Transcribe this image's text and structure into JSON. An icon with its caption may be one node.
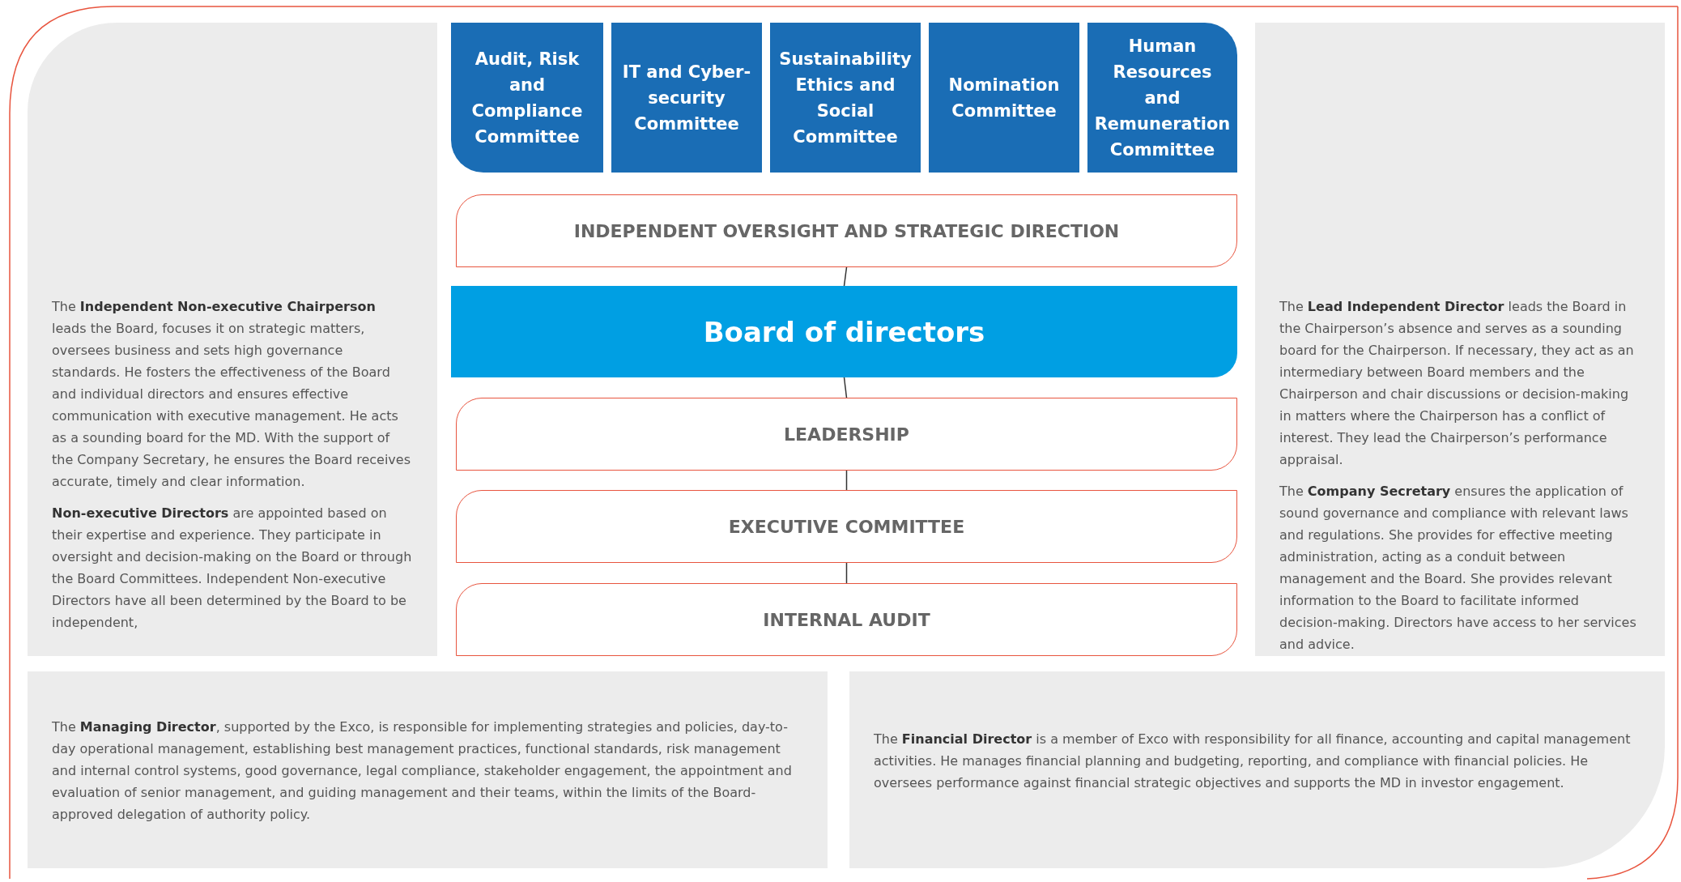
{
  "diagram": {
    "nodes": [
      {
        "text": [
          "Audit, Risk and Compliance Committee"
        ]
      },
      {
        "text": [
          "IT and Cyber-security Committee"
        ]
      },
      {
        "text": [
          "Sustainability Ethics and Social Committee"
        ]
      },
      {
        "text": [
          "Nomination Committee"
        ]
      },
      {
        "text": [
          "Human Resources and Remuneration Committee"
        ]
      },
      {
        "text": [
          "INDEPENDENT OVERSIGHT AND STRATEGIC DIRECTION"
        ]
      },
      {
        "text": [
          "Board of directors"
        ]
      },
      {
        "text": [
          "LEADERSHIP"
        ]
      },
      {
        "text": [
          "EXECUTIVE COMMITTEE"
        ]
      },
      {
        "text": [
          "INTERNAL AUDIT"
        ]
      },
      {
        "text": [
          "The **Independent Non-executive Chairperson** leads the Board, focuses it on strategic matters, oversees business and sets high governance standards. He fosters the effectiveness of the Board and individual directors and ensures effective communication with executive management. He acts as a sounding board for the MD. With the support of the Company Secretary, he ensures the Board receives accurate, timely and clear information.",
          "**Non-executive Directors** are appointed based on their expertise and experience. They participate in oversight and decision-making on the Board or through the Board Committees. Independent Non-executive Directors have all been determined by the Board to be independent,"
        ]
      },
      {
        "text": [
          "The **Lead Independent Director** leads the Board in the Chairperson’s absence and serves as a sounding board for the Chairperson. If necessary, they act as an intermediary between Board members and the Chairperson and chair discussions or decision-making in matters where the Chairperson has a conflict of interest. They lead the Chairperson’s performance appraisal.",
          "The **Company Secretary** ensures the application of sound governance and compliance with relevant laws and regulations. She provides for effective meeting administration, acting as a conduit between management and the Board. She provides relevant information to the Board to facilitate informed decision-making. Directors have access to her services and advice."
        ]
      },
      {
        "text": [
          "The **Managing Director**, supported by the Exco, is responsible for implementing strategies and policies, day-to-day operational management, establishing best management practices, functional standards, risk management and internal control systems, good governance, legal compliance, stakeholder engagement, the appointment and evaluation of senior management, and guiding management and their teams, within the limits of the Board-approved delegation of authority policy."
        ]
      },
      {
        "text": [
          "The **Financial Director** is a member of Exco with responsibility for all finance, accounting and capital management activities. He manages financial planning and budgeting, reporting, and compliance with financial policies. He oversees performance against financial strategic objectives and supports the MD in investor engagement."
        ]
      }
    ],
    "edges": [
      {
        "from": 5,
        "to": 6,
        "arrow": "none"
      },
      {
        "from": 6,
        "to": 7,
        "arrow": "none"
      },
      {
        "from": 7,
        "to": 8,
        "arrow": "none"
      },
      {
        "from": 8,
        "to": 9,
        "arrow": "none"
      }
    ]
  }
}
